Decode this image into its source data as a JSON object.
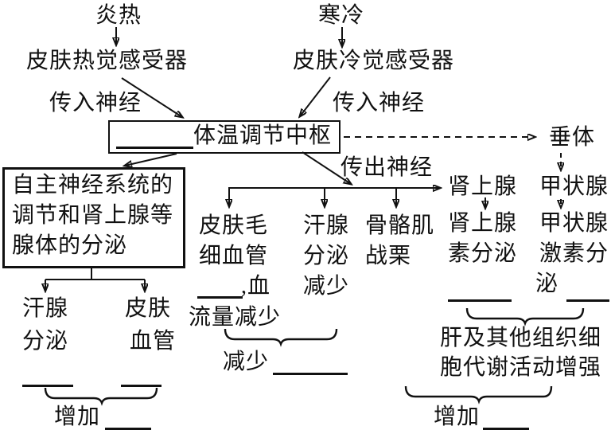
{
  "colors": {
    "ink": "#111111",
    "background": "#ffffff"
  },
  "diagram": {
    "stimuli": {
      "hot": "炎热",
      "cold": "寒冷"
    },
    "receptors": {
      "heat": "皮肤热觉感受器",
      "cold": "皮肤冷觉感受器"
    },
    "nerves": {
      "afferent_left": "传入神经",
      "afferent_right": "传入神经",
      "efferent": "传出神经"
    },
    "center_box": {
      "label": "体温调节中枢"
    },
    "pituitary": "垂体",
    "autonomic_box": {
      "lines": [
        "自主神经系统的",
        "调节和肾上腺等",
        "腺体的分泌"
      ]
    },
    "warm_branch": {
      "sweat": {
        "lines": [
          "汗腺",
          "分泌"
        ]
      },
      "vessel": {
        "lines": [
          "皮肤",
          "血管"
        ]
      },
      "result": "增加"
    },
    "cold_branch": {
      "capillary": {
        "lines": [
          "皮肤毛",
          "细血管",
          ",血",
          "流量减少"
        ]
      },
      "sweat": {
        "lines": [
          "汗腺",
          "分泌",
          "减少"
        ]
      },
      "muscle": {
        "lines": [
          "骨骼肌",
          "战栗"
        ]
      },
      "result": "减少"
    },
    "adrenal": {
      "gland": "肾上腺",
      "secretion": {
        "lines": [
          "肾上腺",
          "素分泌"
        ]
      }
    },
    "thyroid": {
      "gland": "甲状腺",
      "secretion": {
        "lines": [
          "甲状腺",
          "激素分",
          "泌"
        ]
      }
    },
    "metabolism": {
      "lines": [
        "肝及其他组织细",
        "胞代谢活动增强"
      ],
      "result": "增加"
    }
  }
}
